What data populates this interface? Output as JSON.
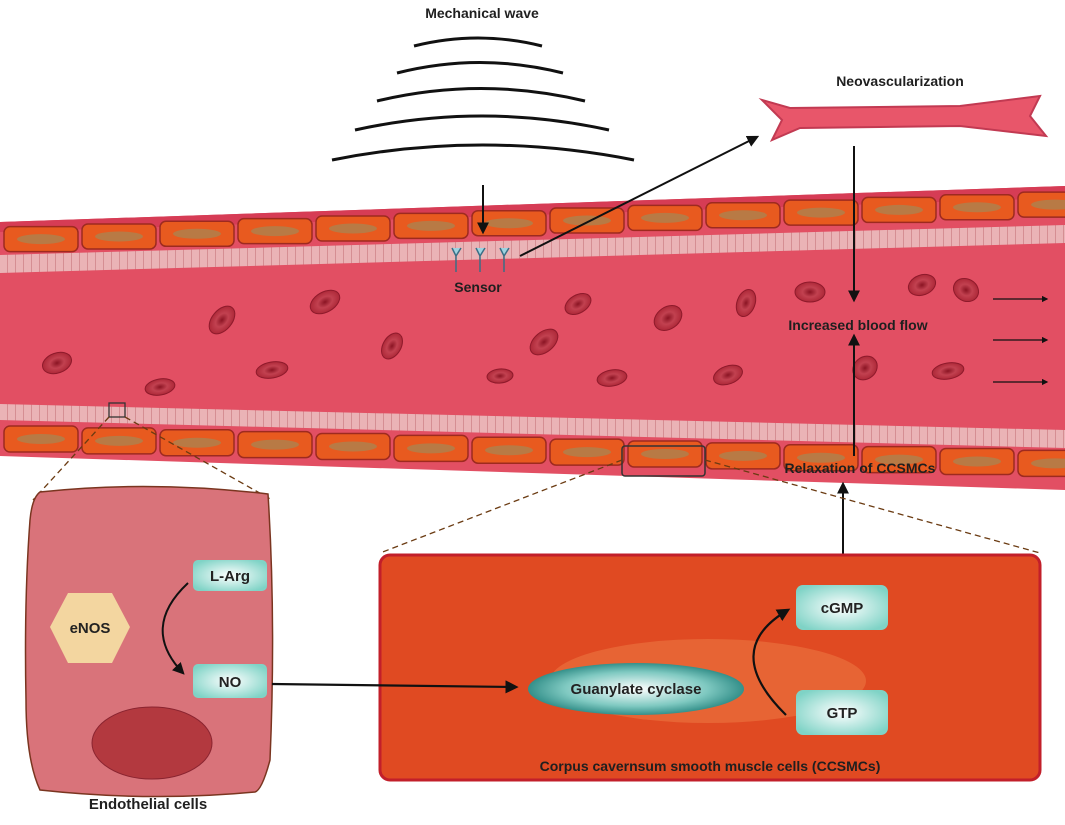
{
  "labels": {
    "mechanical_wave": "Mechanical wave",
    "neovascularization": "Neovascularization",
    "sensor": "Sensor",
    "increased_blood_flow": "Increased blood flow",
    "relaxation": "Relaxation of CCSMCs",
    "endothelial_cells": "Endothelial cells",
    "ccsmc_caption": "Corpus cavernsum smooth muscle cells (CCSMCs)"
  },
  "molecules": {
    "l_arg": "L-Arg",
    "no": "NO",
    "enos": "eNOS",
    "guanylate_cyclase": "Guanylate cyclase",
    "cgmp": "cGMP",
    "gtp": "GTP"
  },
  "colors": {
    "vessel_lumen": "#e24f63",
    "vessel_wall": "#c9334c",
    "muscle_cell": "#e85a1f",
    "muscle_nucleus": "#b87a45",
    "endothelium": "#eab0b4",
    "rbc": "#b5283a",
    "endothelial_cell_fill": "#d9737a",
    "nucleus_fill": "#b3393f",
    "ccsmc_panel": "#e04a22",
    "ccsmc_border": "#c21f2a",
    "molecule_box": "#8ad9cc",
    "enos_hex": "#f3d6a0",
    "cyclase": "#1e8a85"
  }
}
